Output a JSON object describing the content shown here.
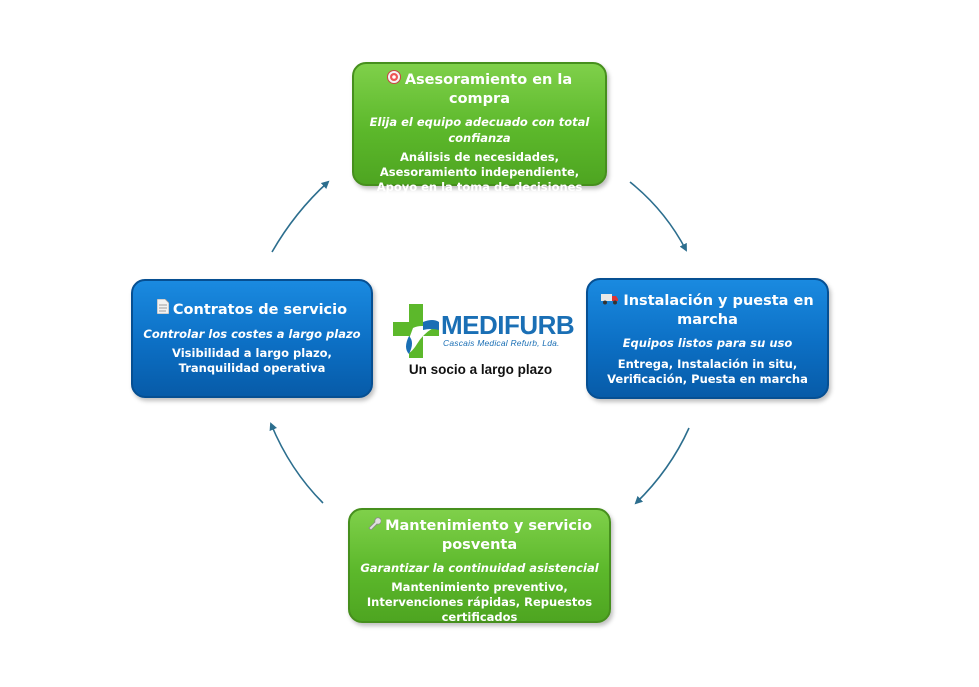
{
  "colors": {
    "green_card": "#5cb82b",
    "blue_card": "#0c6fc4",
    "arrow": "#2c6e8e",
    "logo_blue": "#1a6fb5",
    "logo_green": "#5cb82b"
  },
  "cards": {
    "top": {
      "icon": "target-icon",
      "title": "Asesoramiento en la compra",
      "subtitle": "Elija el equipo adecuado con total confianza",
      "body": "Análisis de necesidades, Asesoramiento independiente, Apoyo en la toma de decisiones"
    },
    "right": {
      "icon": "truck-icon",
      "title": "Instalación y puesta en marcha",
      "subtitle": "Equipos listos para su uso",
      "body": "Entrega, Instalación in situ, Verificación, Puesta en marcha"
    },
    "bottom": {
      "icon": "wrench-icon",
      "title": "Mantenimiento y servicio posventa",
      "subtitle": "Garantizar la continuidad asistencial",
      "body": "Mantenimiento preventivo, Intervenciones rápidas, Repuestos certificados"
    },
    "left": {
      "icon": "document-icon",
      "title": "Contratos de servicio",
      "subtitle": "Controlar los costes a largo plazo",
      "body": "Visibilidad a largo plazo, Tranquilidad operativa"
    }
  },
  "center": {
    "logo_name": "MEDIFURB",
    "logo_subtitle": "Cascais Medical Refurb, Lda.",
    "tagline": "Un socio a largo plazo"
  }
}
